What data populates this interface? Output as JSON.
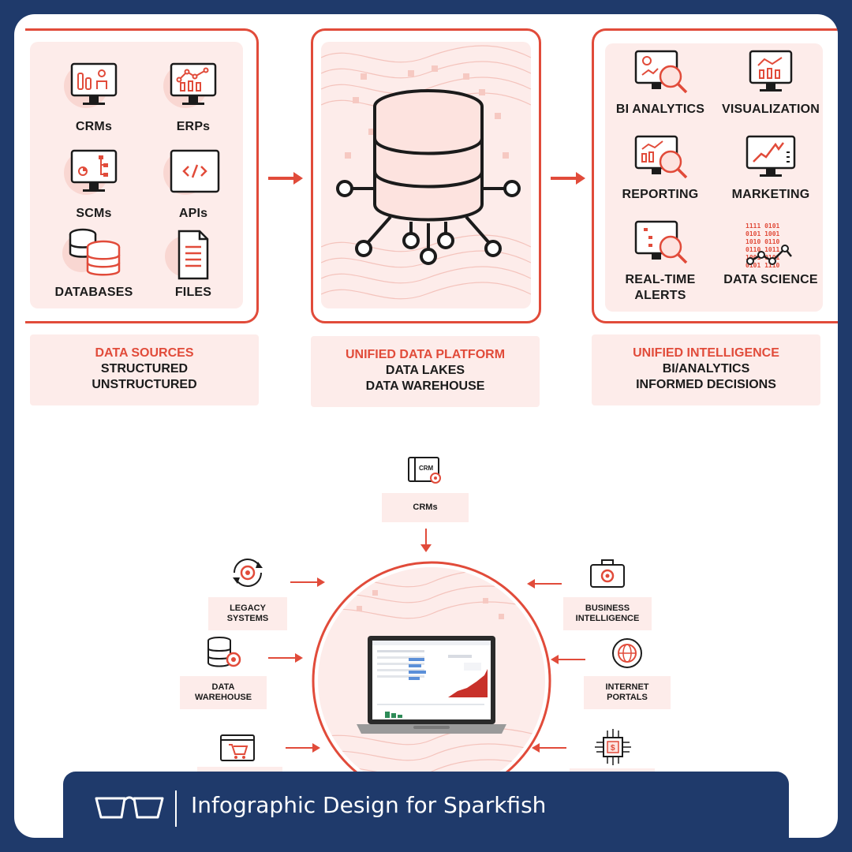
{
  "sources": {
    "items": [
      {
        "label": "CRMs",
        "icon": "crm-monitor-icon"
      },
      {
        "label": "ERPs",
        "icon": "erp-monitor-icon"
      },
      {
        "label": "SCMs",
        "icon": "scm-monitor-icon"
      },
      {
        "label": "APIs",
        "icon": "api-code-icon"
      },
      {
        "label": "DATABASES",
        "icon": "database-icon"
      },
      {
        "label": "FILES",
        "icon": "file-icon"
      }
    ],
    "title": "DATA SOURCES",
    "lines": [
      "STRUCTURED",
      "UNSTRUCTURED"
    ]
  },
  "platform": {
    "icon": "database-network-icon",
    "title": "UNIFIED DATA PLATFORM",
    "lines": [
      "DATA LAKES",
      "DATA WAREHOUSE"
    ]
  },
  "intelligence": {
    "items": [
      {
        "label": "BI ANALYTICS",
        "icon": "bi-analytics-icon"
      },
      {
        "label": "VISUALIZATION",
        "icon": "visualization-icon"
      },
      {
        "label": "REPORTING",
        "icon": "reporting-icon"
      },
      {
        "label": "MARKETING",
        "icon": "marketing-icon"
      },
      {
        "label": "REAL-TIME ALERTS",
        "icon": "alerts-icon"
      },
      {
        "label": "DATA SCIENCE",
        "icon": "data-science-icon"
      }
    ],
    "title": "UNIFIED INTELLIGENCE",
    "lines": [
      "BI/ANALYTICS",
      "INFORMED DECISIONS"
    ]
  },
  "hub": {
    "crm_icon_text": "CRM",
    "nodes": {
      "crms": "CRMs",
      "legacy": "LEGACY SYSTEMS",
      "bi": "BUSINESS INTELLIGENCE",
      "warehouse": "DATA WAREHOUSE",
      "portals": "INTERNET PORTALS"
    }
  },
  "footer": {
    "text": "Infographic Design for Sparkfish"
  },
  "colors": {
    "accent": "#e14b3a",
    "pink": "#fdecea",
    "navy": "#1f3a6b"
  }
}
